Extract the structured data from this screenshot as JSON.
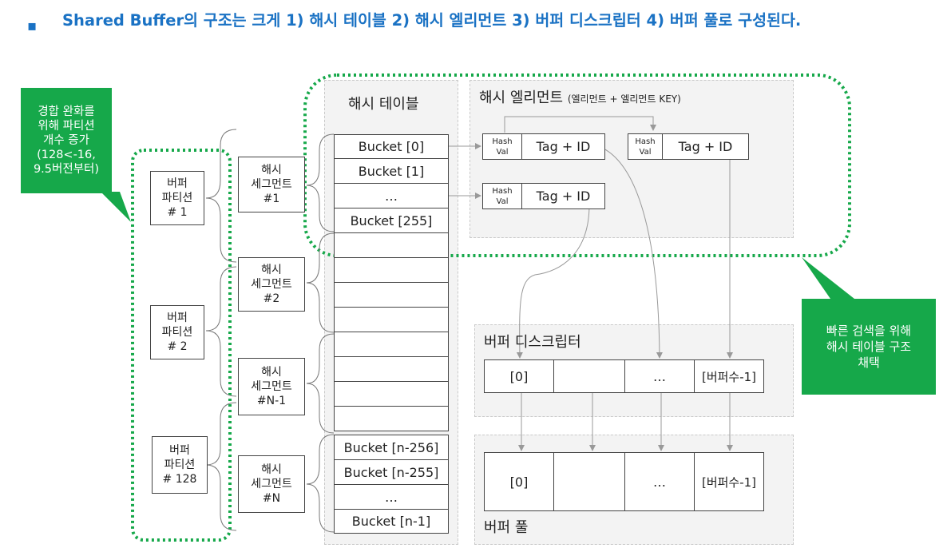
{
  "title": {
    "bullet": "▪",
    "text": "Shared Buffer의 구조는 크게 1) 해시 테이블 2) 해시 엘리먼트 3) 버퍼 디스크립터 4) 버퍼 풀로 구성된다."
  },
  "callout_left": "경합 완화를\n위해 파티션\n개수 증가\n(128<-16,\n9.5버전부터)",
  "callout_right": "빠른 검색을 위해\n해시 테이블 구조\n채택",
  "buffer_partitions": [
    "버퍼\n파티션\n# 1",
    "버퍼\n파티션\n# 2",
    "버퍼\n파티션\n# 128"
  ],
  "hash_segments": [
    "해시\n세그먼트\n#1",
    "해시\n세그먼트\n#2",
    "해시\n세그먼트\n#N-1",
    "해시\n세그먼트\n#N"
  ],
  "hash_table": {
    "title": "해시 테이블",
    "top_buckets": [
      "Bucket [0]",
      "Bucket [1]",
      "…",
      "Bucket [255]"
    ],
    "bottom_buckets": [
      "Bucket [n-256]",
      "Bucket [n-255]",
      "…",
      "Bucket [n-1]"
    ]
  },
  "hash_element": {
    "title": "해시 엘리먼트",
    "subtitle": "(엘리먼트 + 엘리먼트 KEY)",
    "hash_val": "Hash\nVal",
    "tag": "Tag + ID"
  },
  "buffer_descriptor": {
    "title": "버퍼 디스크립터",
    "cells": [
      "[0]",
      "",
      "…",
      "[버퍼수-1]"
    ]
  },
  "buffer_pool": {
    "title": "버퍼 풀",
    "cells": [
      "[0]",
      "",
      "…",
      "[버퍼수-1]"
    ]
  },
  "colors": {
    "title": "#1a72c4",
    "accent": "#16a84a",
    "panel": "#f3f3f3"
  }
}
